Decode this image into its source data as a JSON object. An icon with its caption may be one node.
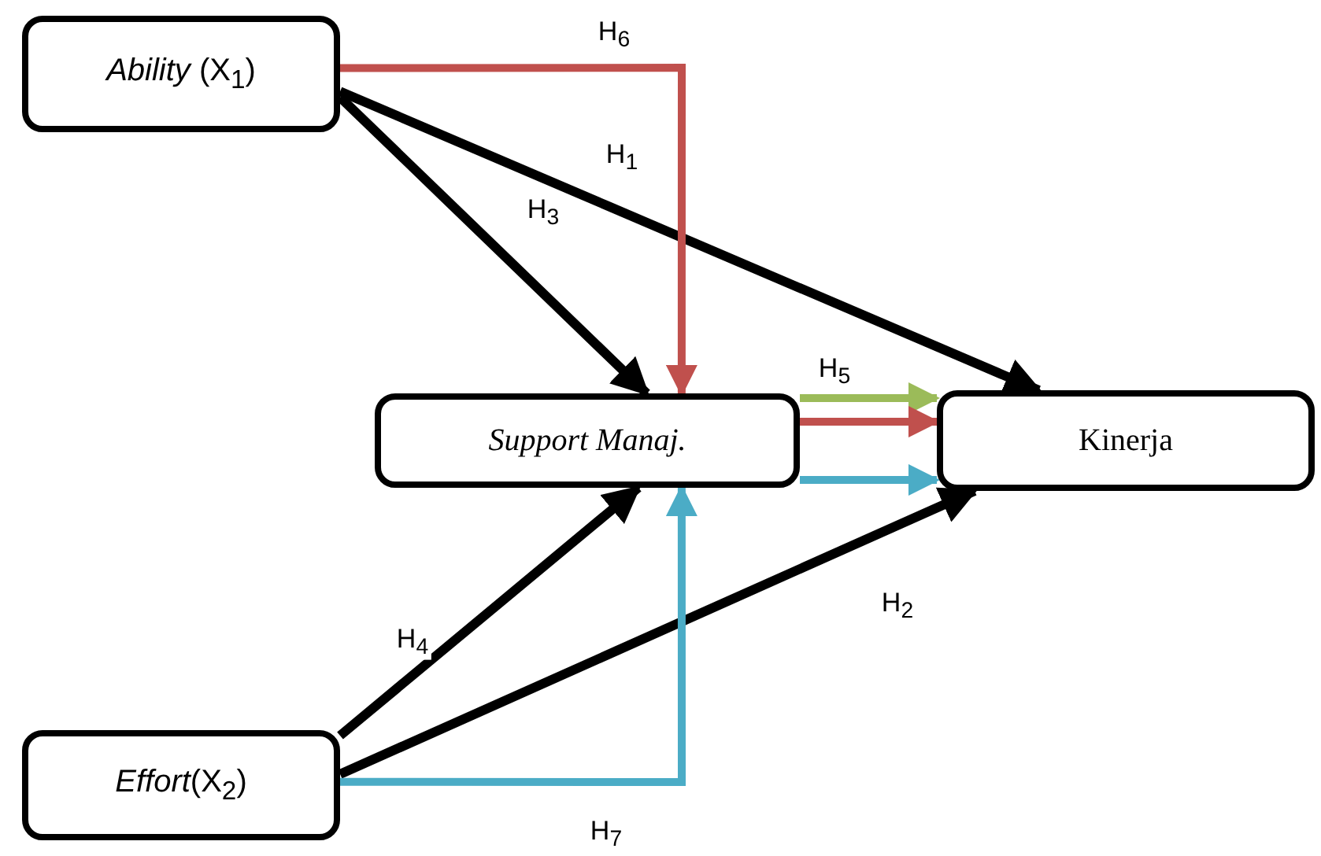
{
  "diagram": {
    "nodes": [
      {
        "text": [
          "*Ability* (X$_{1}$)"
        ]
      },
      {
        "text": [
          "Support Manaj."
        ]
      },
      {
        "text": [
          "Kinerja"
        ]
      },
      {
        "text": [
          "*Effort*(X$_{2}$)"
        ]
      }
    ],
    "edges": [
      {
        "from": 0,
        "to": 2,
        "arrow": "to",
        "label": "H$_{1}$"
      },
      {
        "from": 0,
        "to": 1,
        "arrow": "to",
        "label": "H$_{3}$"
      },
      {
        "from": 0,
        "to": 1,
        "arrow": "to",
        "label": "H$_{6}$",
        "color": "#c0504d"
      },
      {
        "from": 3,
        "to": 1,
        "arrow": "to",
        "label": "H$_{4}$"
      },
      {
        "from": 3,
        "to": 2,
        "arrow": "to",
        "label": "H$_{2}$"
      },
      {
        "from": 3,
        "to": 1,
        "arrow": "to",
        "label": "H$_{7}$",
        "color": "#4bacc6"
      },
      {
        "from": 1,
        "to": 2,
        "arrow": "to",
        "label": "H$_{5}$",
        "color": "#9bbb59"
      },
      {
        "from": 1,
        "to": 2,
        "arrow": "to",
        "color": "#c0504d"
      },
      {
        "from": 1,
        "to": 2,
        "arrow": "to",
        "color": "#4bacc6"
      }
    ]
  }
}
